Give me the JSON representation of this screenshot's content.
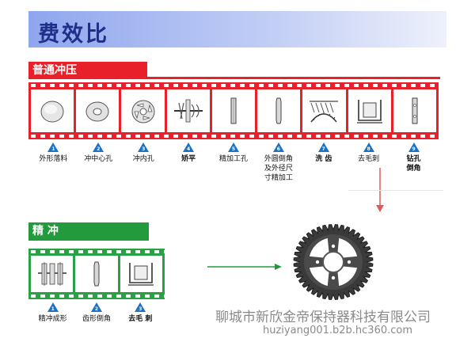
{
  "title": "费效比",
  "section_normal": {
    "label": "普通冲压",
    "steps": [
      {
        "num": "1",
        "label": "外形落料",
        "bold": false
      },
      {
        "num": "2",
        "label": "冲中心孔",
        "bold": false
      },
      {
        "num": "3",
        "label": "冲内孔",
        "bold": false
      },
      {
        "num": "4",
        "label": "矫平",
        "bold": true
      },
      {
        "num": "5",
        "label": "精加工孔",
        "bold": false
      },
      {
        "num": "6",
        "label": "外圆倒角\n及外径尺\n寸精加工",
        "bold": false
      },
      {
        "num": "7",
        "label": "洗 齿",
        "bold": true
      },
      {
        "num": "8",
        "label": "去毛刺",
        "bold": false
      },
      {
        "num": "9",
        "label": "钻孔\n倒角",
        "bold": true
      }
    ]
  },
  "section_fine": {
    "label": "精 冲",
    "steps": [
      {
        "num": "1",
        "label": "精冲成形",
        "bold": false
      },
      {
        "num": "2",
        "label": "齿形倒角",
        "bold": false
      },
      {
        "num": "3",
        "label": "去毛 刺",
        "bold": true
      }
    ]
  },
  "watermark": {
    "company": "聊城市新欣金帝保持器科技有限公司",
    "site": "huziyang001.b2b.hc360.com"
  },
  "colors": {
    "red": "#e8202a",
    "green": "#239b3c",
    "title_bar": "#8fa6ee",
    "badge": "#1b72c4",
    "title_text": "#1f2f8a"
  }
}
